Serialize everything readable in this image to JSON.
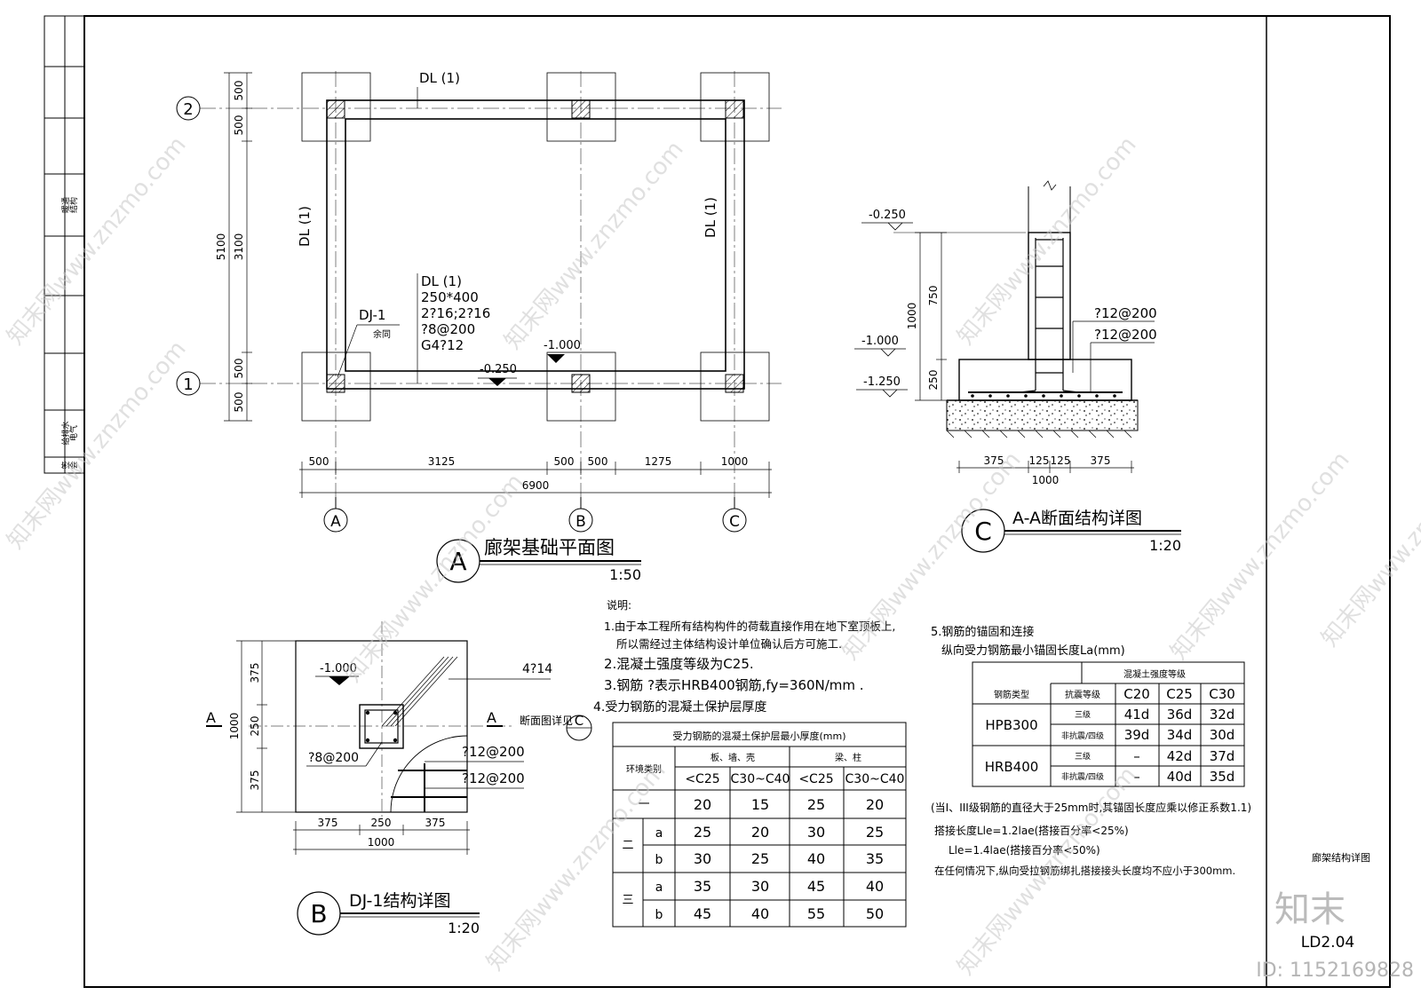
{
  "sheet": {
    "drawing_title": "廊架结构详图",
    "sheet_number": "LD2.04",
    "logo_text": "知末",
    "id_text": "ID: 1152169828",
    "watermark": "知末网www.znzmo.com",
    "left_strip_top": [
      "结构",
      "暖通"
    ],
    "left_strip_bottom": [
      "电气",
      "给排水"
    ],
    "left_strip_sign": [
      "会",
      "签"
    ]
  },
  "plan": {
    "axes_rows": [
      "2",
      "1"
    ],
    "axes_cols": [
      "A",
      "B",
      "C"
    ],
    "beam_label_top": "DL (1)",
    "beam_label_left": "DL (1)",
    "beam_label_right": "DL (1)",
    "beam_spec": [
      "DL (1)",
      "250*400",
      "2?16;2?16",
      "?8@200",
      "G4?12"
    ],
    "footing_label": "DJ-1",
    "footing_sub": "余同",
    "elev_low": "-1.000",
    "elev_beam": "-0.250",
    "dims_left": [
      "500",
      "500",
      "3100",
      "500",
      "500"
    ],
    "dim_left_total": "5100",
    "dims_bottom": [
      "500",
      "3125",
      "500",
      "500",
      "1275",
      "1000"
    ],
    "dim_bottom_total": "6900",
    "title_letter": "A",
    "title": "廊架基础平面图",
    "scale": "1:50"
  },
  "footing": {
    "elev": "-1.000",
    "rebar_top": "4?14",
    "stirrup": "?8@200",
    "rebar_1": "?12@200",
    "rebar_2": "?12@200",
    "section_mark": "A",
    "section_ref": "断面图详见",
    "section_ref_letter": "C",
    "dims_left": [
      "375",
      "250",
      "375"
    ],
    "dim_left_total": "1000",
    "dims_bottom": [
      "375",
      "250",
      "375"
    ],
    "dim_bottom_total": "1000",
    "title_letter": "B",
    "title": "DJ-1结构详图",
    "scale": "1:20"
  },
  "section": {
    "elev_top": "-0.250",
    "elev_mid": "-1.000",
    "elev_bot": "-1.250",
    "dims_vert": [
      "750",
      "250"
    ],
    "dim_vert_total": "1000",
    "rebar_1": "?12@200",
    "rebar_2": "?12@200",
    "dims_bottom": [
      "375",
      "125",
      "125",
      "375"
    ],
    "dim_bottom_total": "1000",
    "title_letter": "C",
    "title": "A-A断面结构详图",
    "scale": "1:20"
  },
  "notes": {
    "heading": "说明:",
    "n1a": "1.由于本工程所有结构构件的荷载直接作用在地下室顶板上,",
    "n1b": "所以需经过主体结构设计单位确认后方可施工.",
    "n2": "2.混凝土强度等级为C25.",
    "n3": "3.钢筋 ?表示HRB400钢筋,fy=360N/mm .",
    "n4": "4.受力钢筋的混凝土保护层厚度",
    "n5a": "5.钢筋的锚固和连接",
    "n5b": "纵向受力钢筋最小锚固长度La(mm)",
    "n6": "(当I、III级钢筋的直径大于25mm时,其锚固长度应乘以修正系数1.1)",
    "n7": "搭接长度Lle=1.2lae(搭接百分率<25%)",
    "n8": "Lle=1.4lae(搭接百分率<50%)",
    "n9": "在任何情况下,纵向受拉钢筋绑扎搭接接头长度均不应小于300mm."
  },
  "cover_table": {
    "title": "受力钢筋的混凝土保护层最小厚度(mm)",
    "col_env": "环境类别",
    "col_group1": "板、墙、壳",
    "col_group2": "梁、柱",
    "sub_headers": [
      "<C25",
      "C30~C40",
      "<C25",
      "C30~C40"
    ],
    "rows": [
      {
        "env": "一",
        "sub": "",
        "vals": [
          "20",
          "15",
          "25",
          "20"
        ]
      },
      {
        "env": "二",
        "sub": "a",
        "vals": [
          "25",
          "20",
          "30",
          "25"
        ]
      },
      {
        "env": "",
        "sub": "b",
        "vals": [
          "30",
          "25",
          "40",
          "35"
        ]
      },
      {
        "env": "三",
        "sub": "a",
        "vals": [
          "35",
          "30",
          "45",
          "40"
        ]
      },
      {
        "env": "",
        "sub": "b",
        "vals": [
          "45",
          "40",
          "55",
          "50"
        ]
      }
    ]
  },
  "anchor_table": {
    "title": "混凝土强度等级",
    "col_type": "钢筋类型",
    "col_grade": "抗震等级",
    "grades": [
      "C20",
      "C25",
      "C30"
    ],
    "rows": [
      {
        "type": "HPB300",
        "seis": "三级",
        "vals": [
          "41d",
          "36d",
          "32d"
        ]
      },
      {
        "type": "",
        "seis": "非抗震/四级",
        "vals": [
          "39d",
          "34d",
          "30d"
        ]
      },
      {
        "type": "HRB400",
        "seis": "三级",
        "vals": [
          "–",
          "42d",
          "37d"
        ]
      },
      {
        "type": "",
        "seis": "非抗震/四级",
        "vals": [
          "–",
          "40d",
          "35d"
        ]
      }
    ]
  }
}
